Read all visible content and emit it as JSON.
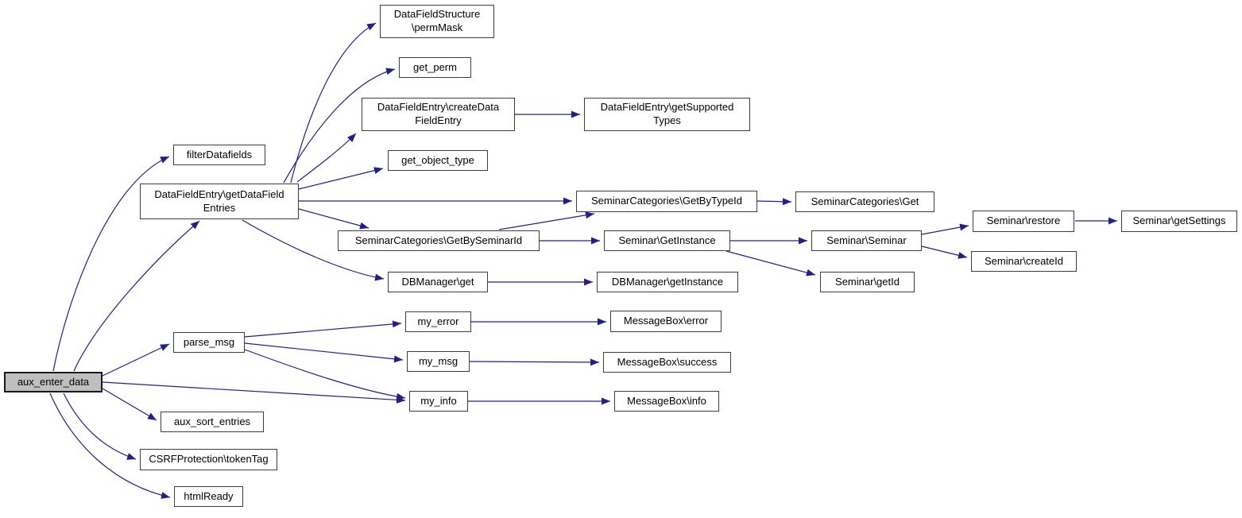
{
  "diagram": {
    "type": "call-graph",
    "root": "aux_enter_data",
    "colors": {
      "background": "#ffffff",
      "edge": "#20208c",
      "node_fill": "#ffffff",
      "node_border": "#3d3d3d",
      "root_fill": "#bfbfbf",
      "root_border": "#1a1a1a",
      "text": "#000000"
    },
    "nodes": {
      "aux_enter_data": {
        "label": "aux_enter_data"
      },
      "filterDatafields": {
        "label": "filterDatafields"
      },
      "getDataFieldEntries": {
        "label": "DataFieldEntry\\getDataField\nEntries"
      },
      "permMask": {
        "label": "DataFieldStructure\n\\permMask"
      },
      "get_perm": {
        "label": "get_perm"
      },
      "createDataFieldEntry": {
        "label": "DataFieldEntry\\createData\nFieldEntry"
      },
      "getSupportedTypes": {
        "label": "DataFieldEntry\\getSupported\nTypes"
      },
      "get_object_type": {
        "label": "get_object_type"
      },
      "GetByTypeId": {
        "label": "SeminarCategories\\GetByTypeId"
      },
      "SeminarCategoriesGet": {
        "label": "SeminarCategories\\Get"
      },
      "GetBySeminarId": {
        "label": "SeminarCategories\\GetBySeminarId"
      },
      "SeminarGetInstance": {
        "label": "Seminar\\GetInstance"
      },
      "SeminarSeminar": {
        "label": "Seminar\\Seminar"
      },
      "SeminarRestore": {
        "label": "Seminar\\restore"
      },
      "SeminarGetSettings": {
        "label": "Seminar\\getSettings"
      },
      "SeminarCreateId": {
        "label": "Seminar\\createId"
      },
      "SeminarGetId": {
        "label": "Seminar\\getId"
      },
      "DBManagerGet": {
        "label": "DBManager\\get"
      },
      "DBManagerGetInstance": {
        "label": "DBManager\\getInstance"
      },
      "parse_msg": {
        "label": "parse_msg"
      },
      "my_error": {
        "label": "my_error"
      },
      "my_msg": {
        "label": "my_msg"
      },
      "my_info": {
        "label": "my_info"
      },
      "MessageBoxError": {
        "label": "MessageBox\\error"
      },
      "MessageBoxSuccess": {
        "label": "MessageBox\\success"
      },
      "MessageBoxInfo": {
        "label": "MessageBox\\info"
      },
      "aux_sort_entries": {
        "label": "aux_sort_entries"
      },
      "tokenTag": {
        "label": "CSRFProtection\\tokenTag"
      },
      "htmlReady": {
        "label": "htmlReady"
      }
    },
    "edges": [
      {
        "from": "aux_enter_data",
        "to": "filterDatafields"
      },
      {
        "from": "aux_enter_data",
        "to": "getDataFieldEntries"
      },
      {
        "from": "aux_enter_data",
        "to": "parse_msg"
      },
      {
        "from": "aux_enter_data",
        "to": "my_info"
      },
      {
        "from": "aux_enter_data",
        "to": "aux_sort_entries"
      },
      {
        "from": "aux_enter_data",
        "to": "tokenTag"
      },
      {
        "from": "aux_enter_data",
        "to": "htmlReady"
      },
      {
        "from": "getDataFieldEntries",
        "to": "permMask"
      },
      {
        "from": "getDataFieldEntries",
        "to": "get_perm"
      },
      {
        "from": "getDataFieldEntries",
        "to": "createDataFieldEntry"
      },
      {
        "from": "getDataFieldEntries",
        "to": "get_object_type"
      },
      {
        "from": "getDataFieldEntries",
        "to": "GetByTypeId"
      },
      {
        "from": "getDataFieldEntries",
        "to": "GetBySeminarId"
      },
      {
        "from": "getDataFieldEntries",
        "to": "DBManagerGet"
      },
      {
        "from": "createDataFieldEntry",
        "to": "getSupportedTypes"
      },
      {
        "from": "GetByTypeId",
        "to": "SeminarCategoriesGet"
      },
      {
        "from": "GetBySeminarId",
        "to": "GetByTypeId"
      },
      {
        "from": "GetBySeminarId",
        "to": "SeminarGetInstance"
      },
      {
        "from": "SeminarGetInstance",
        "to": "SeminarSeminar"
      },
      {
        "from": "SeminarGetInstance",
        "to": "SeminarGetId"
      },
      {
        "from": "SeminarSeminar",
        "to": "SeminarRestore"
      },
      {
        "from": "SeminarSeminar",
        "to": "SeminarCreateId"
      },
      {
        "from": "SeminarRestore",
        "to": "SeminarGetSettings"
      },
      {
        "from": "DBManagerGet",
        "to": "DBManagerGetInstance"
      },
      {
        "from": "parse_msg",
        "to": "my_error"
      },
      {
        "from": "parse_msg",
        "to": "my_msg"
      },
      {
        "from": "parse_msg",
        "to": "my_info"
      },
      {
        "from": "my_error",
        "to": "MessageBoxError"
      },
      {
        "from": "my_msg",
        "to": "MessageBoxSuccess"
      },
      {
        "from": "my_info",
        "to": "MessageBoxInfo"
      }
    ]
  }
}
